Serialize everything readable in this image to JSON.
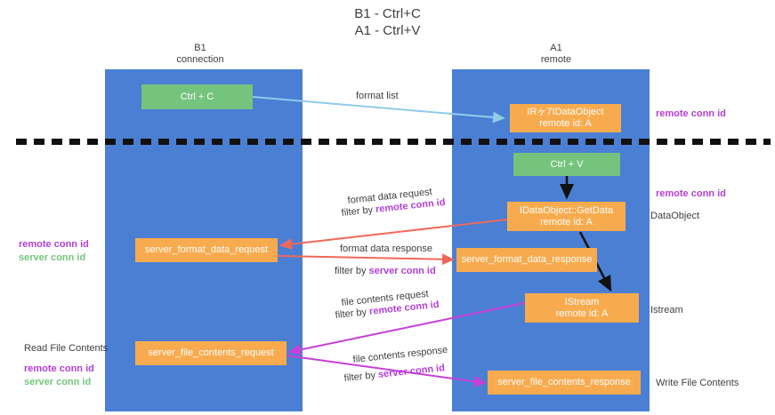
{
  "title": {
    "line1": "B1 - Ctrl+C",
    "line2": "A1 - Ctrl+V"
  },
  "columns": [
    {
      "id": "b1",
      "name": "B1",
      "role": "connection"
    },
    {
      "id": "a1",
      "name": "A1",
      "role": "remote"
    }
  ],
  "nodes": {
    "ctrl_c": {
      "label": "Ctrl + C",
      "color": "#74c47d"
    },
    "ctrl_v": {
      "label": "Ctrl + V",
      "color": "#74c47d"
    },
    "idataobject": {
      "label": "IRヶ7IDataObject",
      "sub": "remote id: A",
      "color": "#f8ab4e"
    },
    "getdata": {
      "label": "IDataObject::GetData",
      "sub": "remote id: A",
      "color": "#f8ab4e"
    },
    "istream": {
      "label": "IStream",
      "sub": "remote id: A",
      "color": "#f8ab4e"
    },
    "format_data_request": {
      "label": "server_format_data_request",
      "color": "#f8ab4e"
    },
    "format_data_response": {
      "label": "server_format_data_response",
      "color": "#f8ab4e"
    },
    "file_contents_request": {
      "label": "server_file_contents_request",
      "color": "#f8ab4e"
    },
    "file_contents_response": {
      "label": "server_file_contents_response",
      "color": "#f8ab4e"
    }
  },
  "edge_labels": {
    "format_list": "format list",
    "format_data_request": "format data request",
    "format_data_request_filter_prefix": "filter by ",
    "format_data_request_filter_key": "remote conn id",
    "format_data_response": "format data response",
    "format_data_response_filter_prefix": "filter by ",
    "format_data_response_filter_key": "server conn id",
    "file_contents_request": "file contents request",
    "file_contents_request_filter_prefix": "filter by ",
    "file_contents_request_filter_key": "remote conn id",
    "file_contents_response": "file contents response",
    "file_contents_response_filter_prefix": "filter by ",
    "file_contents_response_filter_key": "server conn id"
  },
  "side_labels": {
    "right_remote_conn_id_top": "remote conn id",
    "right_remote_conn_id_mid": "remote conn id",
    "right_dataobject": "DataObject",
    "right_istream": "Istream",
    "right_write_file_contents": "Write File Contents",
    "left_remote_conn_id": "remote conn id",
    "left_server_conn_id": "server conn id",
    "left_read_file_contents": "Read File Contents",
    "left_remote_conn_id_2": "remote conn id",
    "left_server_conn_id_2": "server conn id"
  },
  "colors": {
    "lane_blue": "#4a7fd4",
    "node_orange": "#f8ab4e",
    "node_green": "#74c47d",
    "accent_purple": "#b13fd6",
    "accent_green": "#74c47d",
    "arrow_lightblue": "#8ecbe8",
    "arrow_red": "#f0685a",
    "arrow_magenta": "#c63fd6",
    "arrow_black": "#111111",
    "text_gray": "#3c4043",
    "background": "#ffffff"
  }
}
